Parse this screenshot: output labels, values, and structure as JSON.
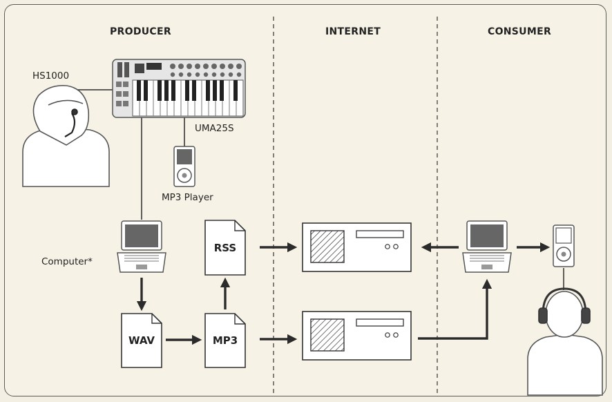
{
  "columns": {
    "producer": "PRODUCER",
    "internet": "INTERNET",
    "consumer": "CONSUMER"
  },
  "labels": {
    "headset": "HS1000",
    "keyboard": "UMA25S",
    "player": "MP3 Player",
    "computer": "Computer*"
  },
  "files": {
    "rss": "RSS",
    "wav": "WAV",
    "mp3": "MP3"
  },
  "colors": {
    "background": "#f6f2e6",
    "line": "#2b2b2b",
    "device_fill": "#ffffff"
  }
}
